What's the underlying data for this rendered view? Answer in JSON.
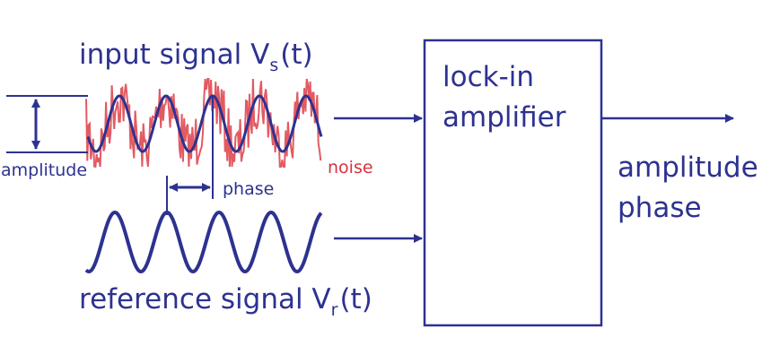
{
  "input_signal": {
    "label": "input signal V",
    "subscript": "s",
    "suffix": "(t)"
  },
  "reference_signal": {
    "label": "reference signal V",
    "subscript": "r",
    "suffix": "(t)"
  },
  "amplitude_label": "amplitude",
  "phase_label": "phase",
  "noise_label": "noise",
  "box": {
    "line1": "lock-in",
    "line2": "amplifier"
  },
  "outputs": {
    "line1": "amplitude",
    "line2": "phase"
  },
  "colors": {
    "ink": "#2d3290",
    "noise": "#e35a62",
    "noise_text": "#d9333f"
  }
}
